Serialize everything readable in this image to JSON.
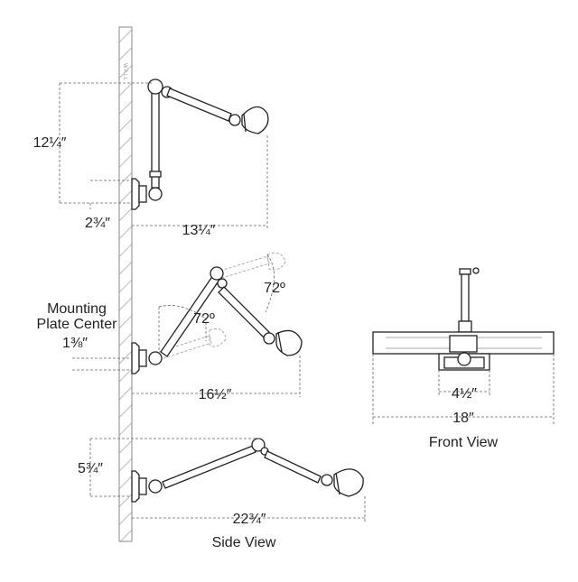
{
  "wall_label": "WALL",
  "side_view": {
    "label": "Side View",
    "config_1": {
      "height": "12¼″",
      "offset_below": "2¾″",
      "extension": "13¼″"
    },
    "config_2": {
      "mounting_label_line1": "Mounting",
      "mounting_label_line2": "Plate Center",
      "mounting_offset": "1⅜″",
      "angle_lower": "72º",
      "angle_upper": "72º",
      "extension": "16½″"
    },
    "config_3": {
      "height": "5¾″",
      "extension": "22¾″"
    }
  },
  "front_view": {
    "label": "Front View",
    "backplate_width": "4½″",
    "overall_width": "18″"
  }
}
